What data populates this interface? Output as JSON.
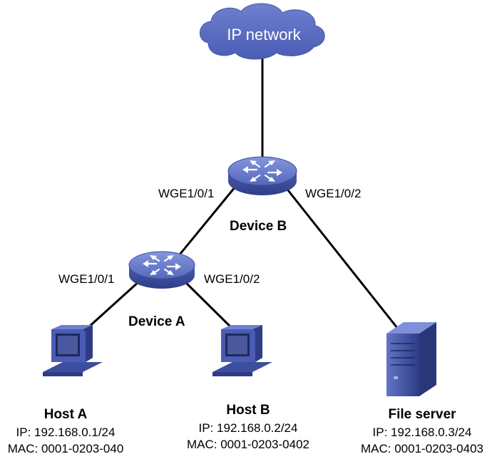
{
  "cloud": {
    "label": "IP network",
    "icon": "cloud-icon",
    "color": "#5B6BC0"
  },
  "device_b": {
    "name": "Device B",
    "port_left": "WGE1/0/1",
    "port_right": "WGE1/0/2",
    "icon": "switch-icon"
  },
  "device_a": {
    "name": "Device A",
    "port_left": "WGE1/0/1",
    "port_right": "WGE1/0/2",
    "icon": "switch-icon"
  },
  "host_a": {
    "name": "Host A",
    "ip": "IP: 192.168.0.1/24",
    "mac": "MAC: 0001-0203-040",
    "icon": "computer-icon"
  },
  "host_b": {
    "name": "Host B",
    "ip": "IP: 192.168.0.2/24",
    "mac": "MAC: 0001-0203-0402",
    "icon": "computer-icon"
  },
  "file_server": {
    "name": "File server",
    "ip": "IP: 192.168.0.3/24",
    "mac": "MAC: 0001-0203-0403",
    "icon": "server-icon"
  },
  "colors": {
    "device_blue": "#6A7FCC",
    "device_dark": "#3C4E9E",
    "line": "#000000"
  }
}
